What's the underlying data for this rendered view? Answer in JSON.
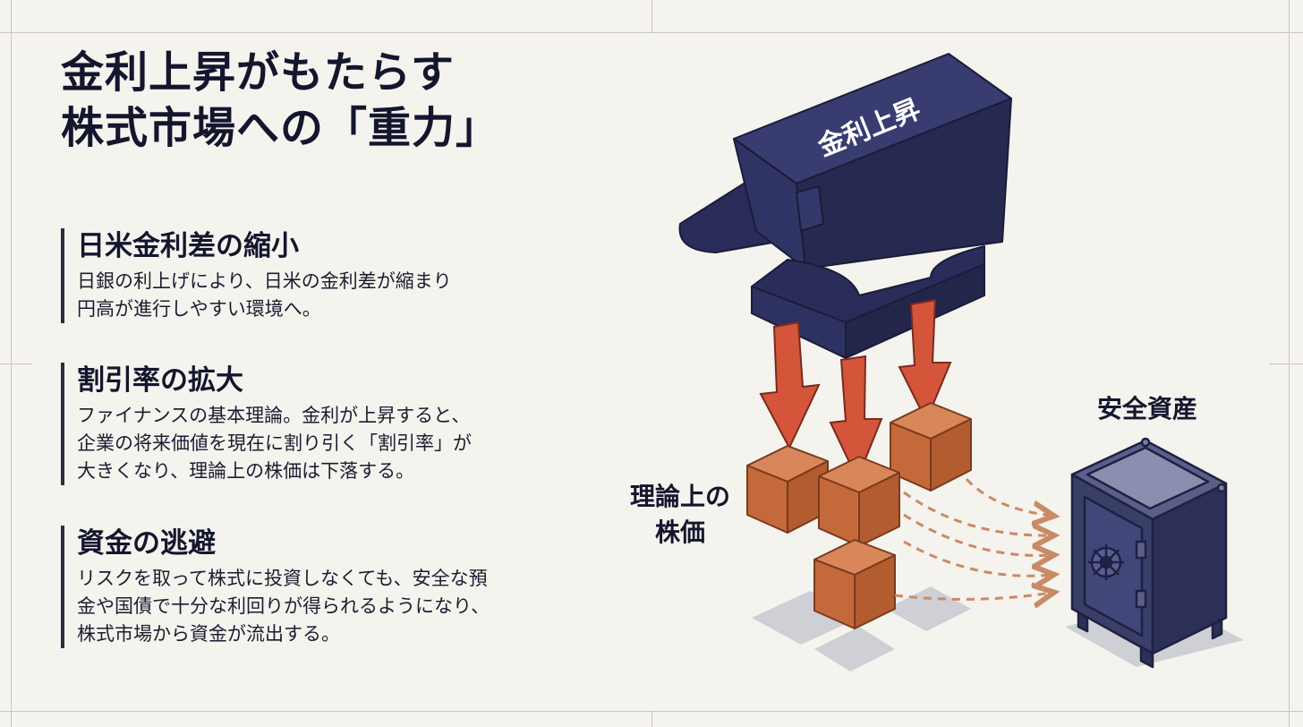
{
  "title": {
    "line1": "金利上昇がもたらす",
    "line2": "株式市場への「重力」"
  },
  "sections": [
    {
      "heading": "日米金利差の縮小",
      "body": [
        "日銀の利上げにより、日米の金利差が縮まり",
        "円高が進行しやすい環境へ。"
      ]
    },
    {
      "heading": "割引率の拡大",
      "body": [
        "ファイナンスの基本理論。金利が上昇すると、",
        "企業の将来価値を現在に割り引く「割引率」が",
        "大きくなり、理論上の株価は下落する。"
      ]
    },
    {
      "heading": "資金の逃避",
      "body": [
        "リスクを取って株式に投資しなくても、安全な預",
        "金や国債で十分な利回りが得られるようになり、",
        "株式市場から資金が流出する。"
      ]
    }
  ],
  "diagram": {
    "anvil_label": "金利上昇",
    "stock_label_line1": "理論上の",
    "stock_label_line2": "株価",
    "safe_label": "安全資産",
    "icons": [
      "anvil-icon",
      "down-arrow-icon",
      "stock-cube-icon",
      "safe-icon",
      "dashed-flow-arrow-icon"
    ],
    "colors": {
      "anvil": "#2d3060",
      "arrow": "#d4553a",
      "cube": "#c86a3c",
      "safe": "#3a3f6a",
      "flow": "#c98a66"
    }
  }
}
